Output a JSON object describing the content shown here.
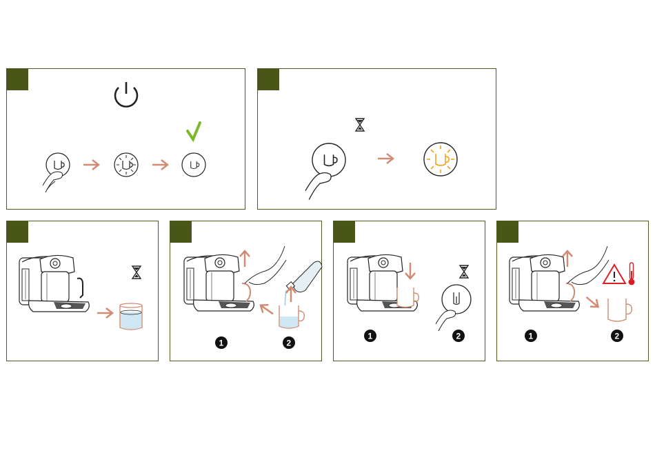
{
  "colors": {
    "frame": "#4a5a1a",
    "step_tab": "#4a5518",
    "arrow": "#d08b72",
    "check": "#7bb92a",
    "glow": "#f5a21b",
    "warning": "#d81f26",
    "water": "#cfe7f2",
    "line": "#222222"
  },
  "panels": [
    {
      "id": "step-1",
      "icons": [
        "power-icon",
        "hand-press-icon",
        "arrow-right-icon",
        "blinking-cup-icon",
        "arrow-right-icon",
        "cup-ready-icon",
        "checkmark-icon"
      ]
    },
    {
      "id": "step-2",
      "icons": [
        "hourglass-icon",
        "hand-press-icon",
        "arrow-right-icon",
        "cup-lit-icon"
      ]
    },
    {
      "id": "step-3",
      "icons": [
        "machine-icon",
        "hourglass-icon",
        "arrow-right-icon",
        "water-glass-icon"
      ]
    },
    {
      "id": "step-4",
      "icons": [
        "machine-icon",
        "hand-lift-icon",
        "bottle-icon",
        "milk-jug-icon"
      ],
      "badges": [
        "1",
        "2"
      ]
    },
    {
      "id": "step-5",
      "icons": [
        "machine-icon",
        "hourglass-icon",
        "hand-press-icon",
        "frother-button-icon"
      ],
      "badges": [
        "1",
        "2"
      ]
    },
    {
      "id": "step-6",
      "icons": [
        "machine-icon",
        "hand-lift-icon",
        "warning-icon",
        "thermometer-icon",
        "milk-jug-icon"
      ],
      "badges": [
        "1",
        "2"
      ]
    }
  ]
}
